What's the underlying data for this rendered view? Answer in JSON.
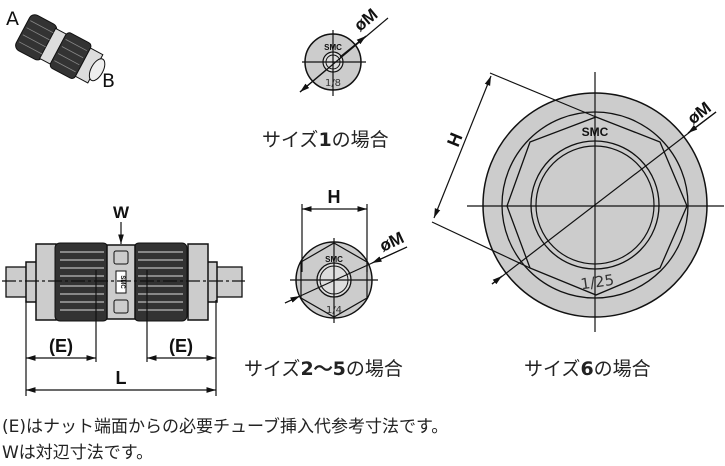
{
  "iso_view": {
    "label_a": "A",
    "label_b": "B"
  },
  "size1": {
    "dim_m": "øM",
    "logo": "SMC",
    "thread": "1/8",
    "caption_pre": "サイズ",
    "caption_num": "1",
    "caption_post": "の場合"
  },
  "size2_5": {
    "dim_h": "H",
    "dim_m": "øM",
    "logo": "SMC",
    "thread": "1/4",
    "caption_pre": "サイズ",
    "caption_num": "2〜5",
    "caption_post": "の場合"
  },
  "size6": {
    "dim_h": "H",
    "dim_m": "øM",
    "logo": "SMC",
    "thread": "1/25",
    "caption_pre": "サイズ",
    "caption_num": "6",
    "caption_post": "の場合"
  },
  "side_view": {
    "dim_w": "W",
    "dim_e_left": "(E)",
    "dim_e_right": "(E)",
    "dim_l": "L",
    "logo": "SMC"
  },
  "notes": [
    "(E)はナット端面からの必要チューブ挿入代参考寸法です。",
    "Wは対辺寸法です。"
  ]
}
